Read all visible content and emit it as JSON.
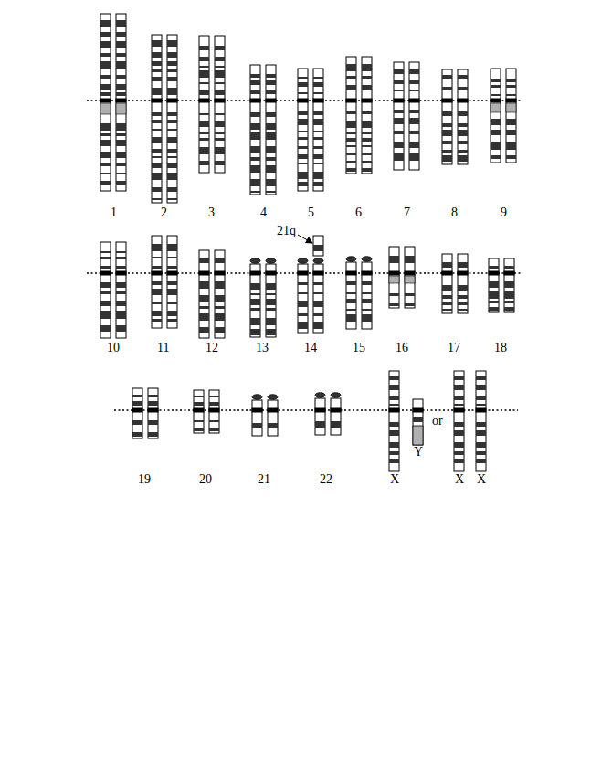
{
  "diagram": {
    "labels": [
      "1",
      "2",
      "3",
      "4",
      "5",
      "6",
      "7",
      "8",
      "9",
      "10",
      "11",
      "12",
      "13",
      "14",
      "15",
      "16",
      "17",
      "18",
      "19",
      "20",
      "21",
      "22",
      "21q",
      "X",
      "Y",
      "or",
      "X",
      "X"
    ]
  }
}
